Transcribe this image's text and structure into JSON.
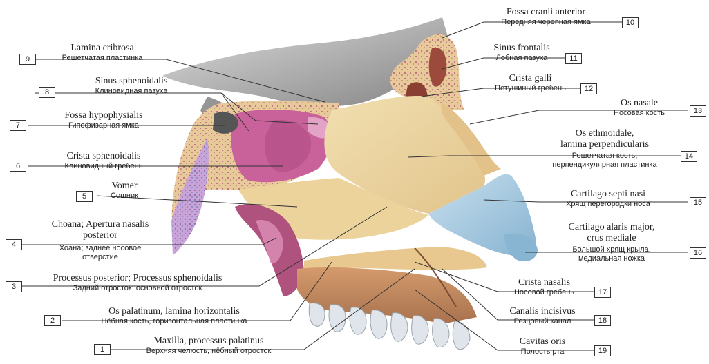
{
  "labels": [
    {
      "num": "1",
      "latin": "Maxilla, processus palatinus",
      "russian": "Верхняя челюсть, нёбный отросток"
    },
    {
      "num": "2",
      "latin": "Os palatinum, lamina horizontalis",
      "russian": "Нёбная кость, горизонтальная пластинка"
    },
    {
      "num": "3",
      "latin": "Processus posterior; Processus sphenoidalis",
      "russian": "Задний отросток; основной отросток"
    },
    {
      "num": "4",
      "latin": [
        "Choana; Apertura nasalis",
        "posterior"
      ],
      "russian": [
        "Хоана; заднее носовое",
        "отверстие"
      ]
    },
    {
      "num": "5",
      "latin": "Vomer",
      "russian": "Сошник"
    },
    {
      "num": "6",
      "latin": "Crista sphenoidalis",
      "russian": "Клиновидный гребень"
    },
    {
      "num": "7",
      "latin": "Fossa hypophysialis",
      "russian": "Гипофизарная ямка"
    },
    {
      "num": "8",
      "latin": "Sinus sphenoidalis",
      "russian": "Клиновидная пазуха"
    },
    {
      "num": "9",
      "latin": "Lamina cribrosa",
      "russian": "Решетчатая пластинка"
    },
    {
      "num": "10",
      "latin": "Fossa cranii anterior",
      "russian": "Передняя черепная ямка"
    },
    {
      "num": "11",
      "latin": "Sinus frontalis",
      "russian": "Лобная пазуха"
    },
    {
      "num": "12",
      "latin": "Crista galli",
      "russian": "Петушиный гребень"
    },
    {
      "num": "13",
      "latin": "Os nasale",
      "russian": "Носовая кость"
    },
    {
      "num": "14",
      "latin": [
        "Os ethmoidale,",
        "lamina perpendicularis"
      ],
      "russian": [
        "Решетчатая кость,",
        "перпендикулярная пластинка"
      ]
    },
    {
      "num": "15",
      "latin": "Cartilago septi nasi",
      "russian": "Хрящ перегородки носа"
    },
    {
      "num": "16",
      "latin": [
        "Cartilago alaris major,",
        "crus mediale"
      ],
      "russian": [
        "Большой хрящ крыла,",
        "медиальная ножка"
      ]
    },
    {
      "num": "17",
      "latin": "Crista nasalis",
      "russian": "Носовой гребень"
    },
    {
      "num": "18",
      "latin": "Canalis incisivus",
      "russian": "Резцовый канал"
    },
    {
      "num": "19",
      "latin": "Cavitas oris",
      "russian": "Полость рта"
    }
  ],
  "colors": {
    "bone": "#eed9a8",
    "bone_dark": "#d9bf82",
    "sinus": "#c9629a",
    "sinus_light": "#e2a3c6",
    "cartilage": "#a9cbe0",
    "palate": "#c08a62",
    "teeth": "#dfe5ea",
    "skull_grey": "#9a9a9a",
    "line": "#333333"
  }
}
